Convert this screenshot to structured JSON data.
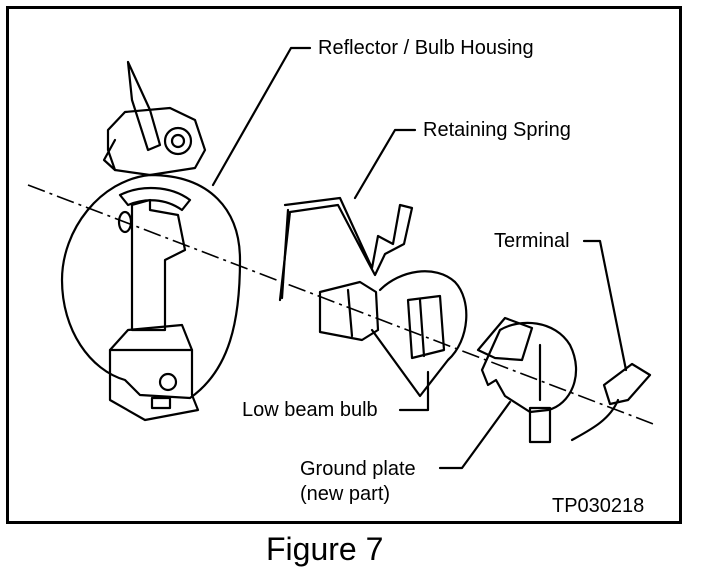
{
  "figure": {
    "caption": "Figure 7",
    "id_code": "TP030218"
  },
  "labels": {
    "reflector": "Reflector / Bulb Housing",
    "spring": "Retaining Spring",
    "terminal": "Terminal",
    "bulb": "Low beam bulb",
    "ground_line1": "Ground plate",
    "ground_line2": "(new part)"
  }
}
